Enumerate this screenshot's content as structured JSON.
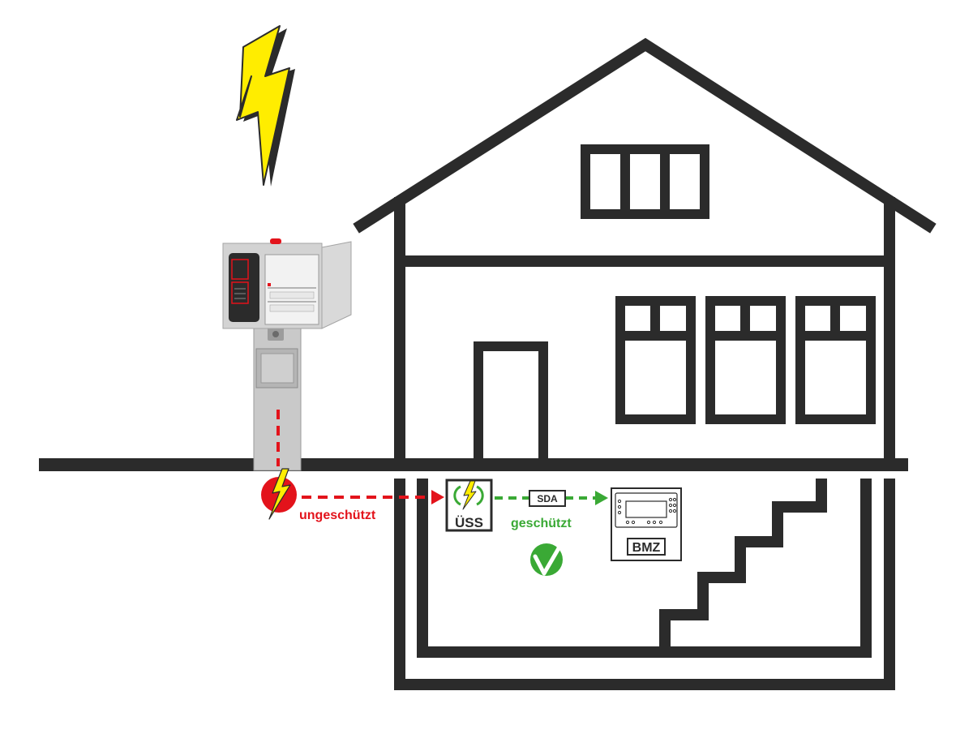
{
  "labels": {
    "unprotected": "ungeschützt",
    "protected": "geschützt",
    "uss": "ÜSS",
    "sda": "SDA",
    "bmz": "BMZ"
  },
  "colors": {
    "outline": "#2b2b2b",
    "danger": "#e3131b",
    "safe": "#3aa935",
    "lightning": "#ffed00",
    "cabinet": "#c9c9c9"
  },
  "icons": {
    "lightning": "lightning-bolt-icon",
    "danger_bolt": "danger-lightning-icon",
    "surge_protector": "surge-protector-icon",
    "check": "check-mark-icon"
  }
}
